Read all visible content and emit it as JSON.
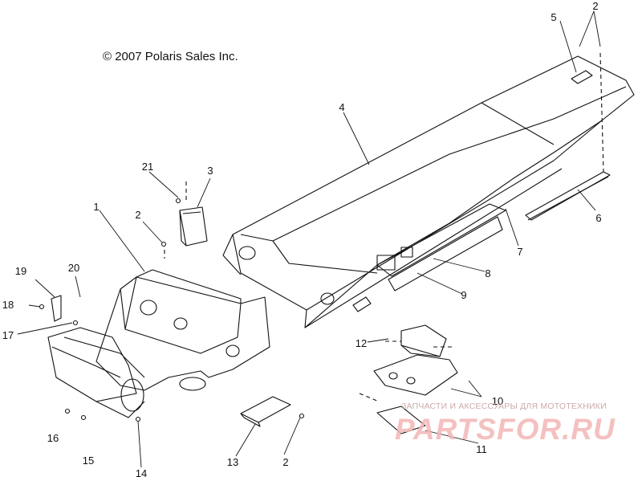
{
  "copyright": "© 2007 Polaris Sales Inc.",
  "watermark": {
    "caption": "ЗАПЧАСТИ И АКСЕССУАРЫ ДЛЯ МОТОТЕХНИКИ",
    "brand": "PARTSFOR.RU"
  },
  "callouts": {
    "c1": "1",
    "c2a": "2",
    "c2b": "2",
    "c2c": "2",
    "c3": "3",
    "c4": "4",
    "c5": "5",
    "c6": "6",
    "c7": "7",
    "c8": "8",
    "c9": "9",
    "c10": "10",
    "c11": "11",
    "c12": "12",
    "c13": "13",
    "c14": "14",
    "c15": "15",
    "c16": "16",
    "c17": "17",
    "c18": "18",
    "c19": "19",
    "c20": "20",
    "c21": "21"
  },
  "colors": {
    "line": "#111111",
    "watermark": "#f3b6b6"
  }
}
